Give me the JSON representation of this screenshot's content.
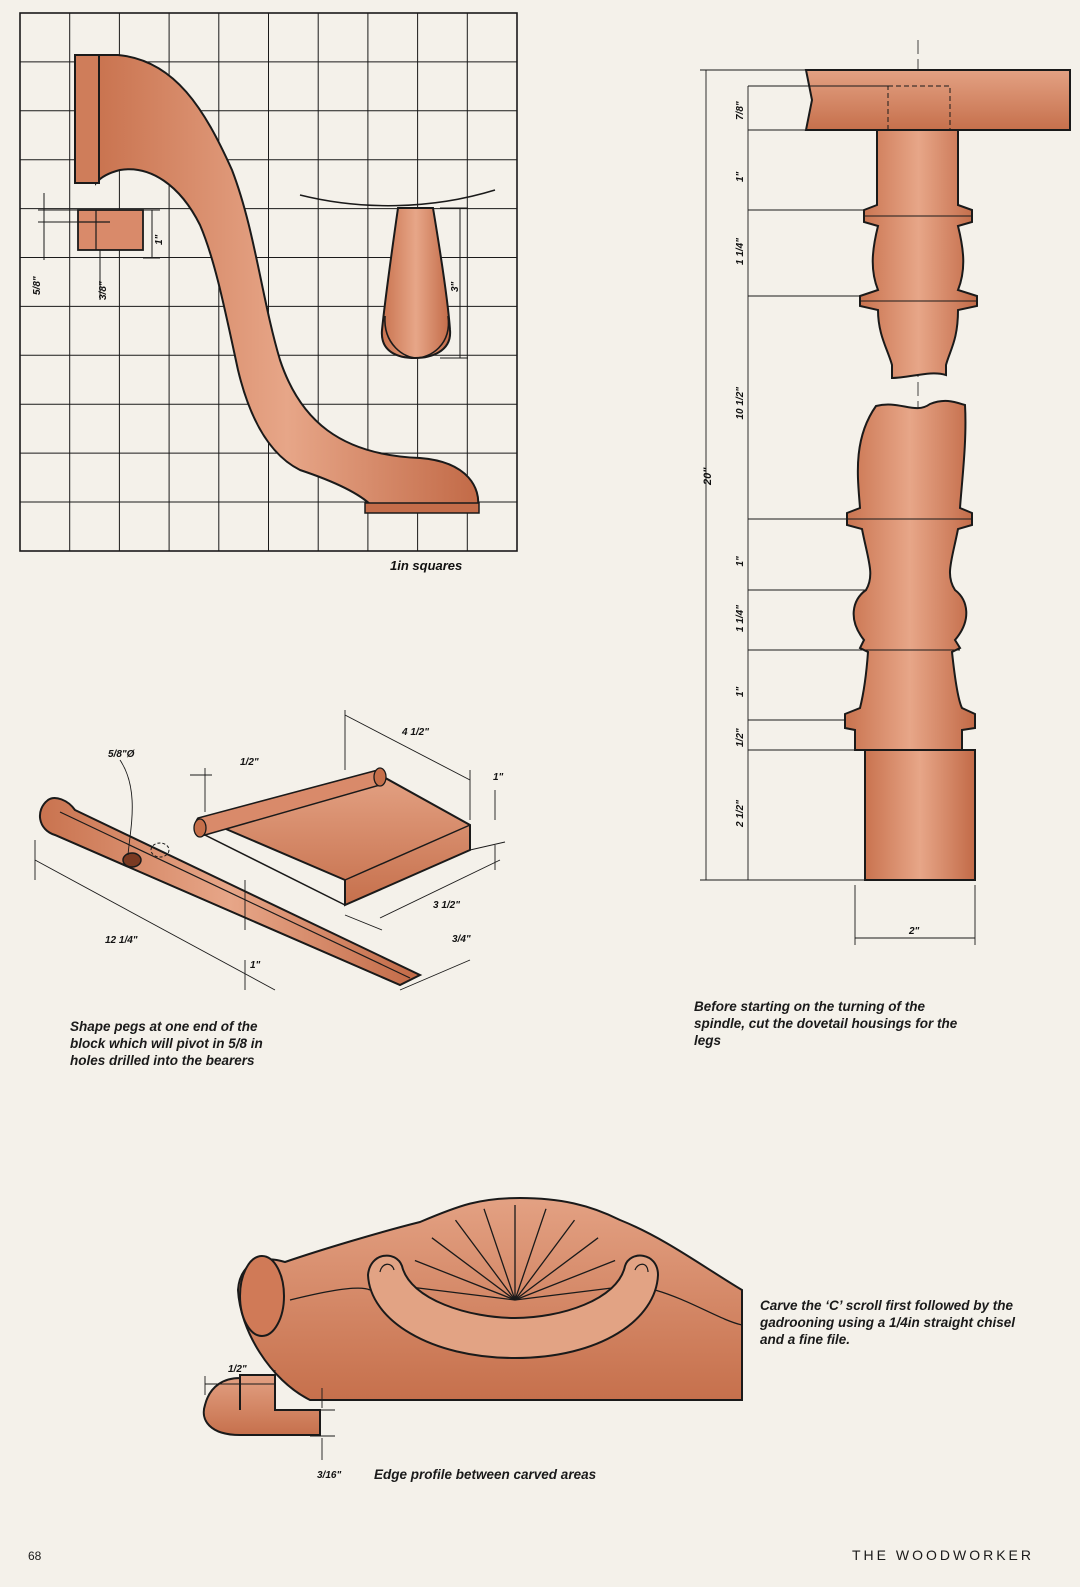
{
  "grid_caption": "1in squares",
  "leg_dims": {
    "tenon_a": "5/8\"",
    "tenon_b": "3/8\"",
    "tenon_c": "1\"",
    "foot": "3\""
  },
  "spindle_dims": [
    "7/8\"",
    "1\"",
    "1 1/4\"",
    "10 1/2\"",
    "1\"",
    "1 1/4\"",
    "1\"",
    "1/2\"",
    "2 1/2\""
  ],
  "spindle_total": "20\"",
  "spindle_width": "2\"",
  "block_dims": {
    "bore": "5/8\"Ø",
    "peg": "1/2\"",
    "top_width": "4 1/2\"",
    "thickness": "1\"",
    "depth": "3 1/2\"",
    "bearer_width": "3/4\"",
    "bearer_length": "12 1/4\"",
    "bearer_height": "1\""
  },
  "edge_dims": {
    "width": "1/2\"",
    "depth": "3/16\""
  },
  "captions": {
    "pegs": "Shape pegs at one end of the block which will pivot in 5/8 in holes drilled into the bearers",
    "spindle": "Before starting on the turning of the spindle, cut the dovetail housings for the legs",
    "carving": "Carve the ‘C’ scroll first followed by the gadrooning using a 1/4in straight chisel and a fine file.",
    "edge": "Edge profile between carved areas"
  },
  "footer": {
    "page_number": "68",
    "magazine": "THE WOODWORKER"
  },
  "colors": {
    "wood": "#d98a6a",
    "wood_dark": "#b96848",
    "line": "#1a1a1a",
    "paper": "#f4f1ea"
  }
}
